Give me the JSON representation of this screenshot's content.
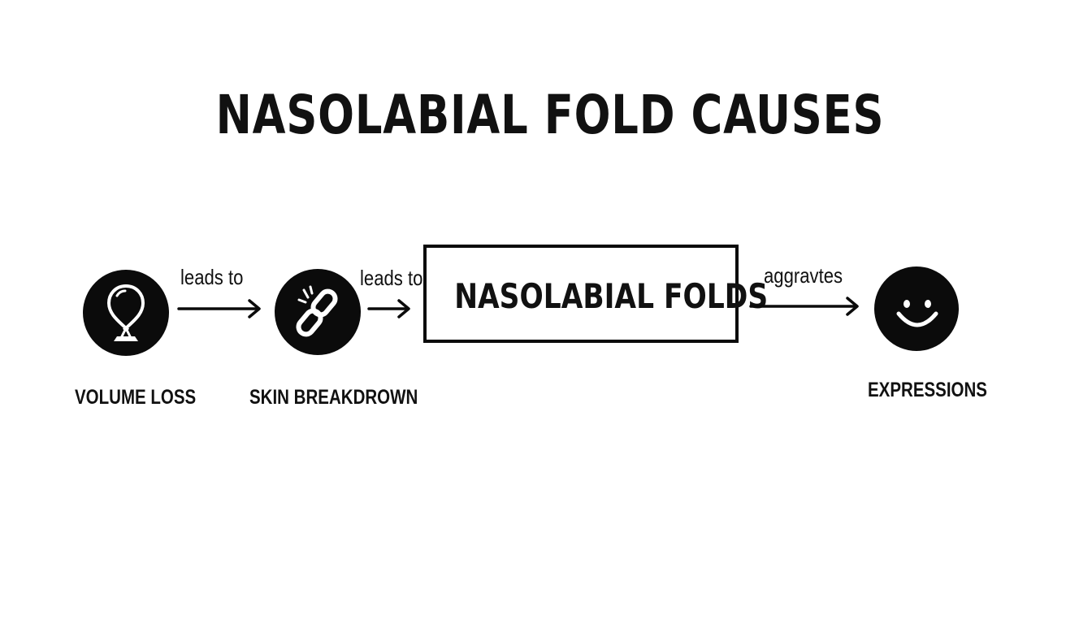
{
  "title": "NASOLABIAL FOLD CAUSES",
  "nodes": [
    {
      "id": "volume-loss",
      "label": "VOLUME LOSS",
      "icon": "balloon-icon"
    },
    {
      "id": "skin-breakdown",
      "label": "SKIN BREAKDROWN",
      "icon": "broken-chain-icon"
    },
    {
      "id": "nasolabial-folds",
      "label": "NASOLABIAL FOLDS"
    },
    {
      "id": "expressions",
      "label": "EXPRESSIONS",
      "icon": "smiley-icon"
    }
  ],
  "edges": [
    {
      "from": "volume-loss",
      "to": "skin-breakdown",
      "label": "leads to"
    },
    {
      "from": "skin-breakdown",
      "to": "nasolabial-folds",
      "label": "leads to"
    },
    {
      "from": "nasolabial-folds",
      "to": "expressions",
      "label": "aggravtes"
    }
  ],
  "colors": {
    "ink": "#0b0b0b",
    "background": "#ffffff"
  }
}
